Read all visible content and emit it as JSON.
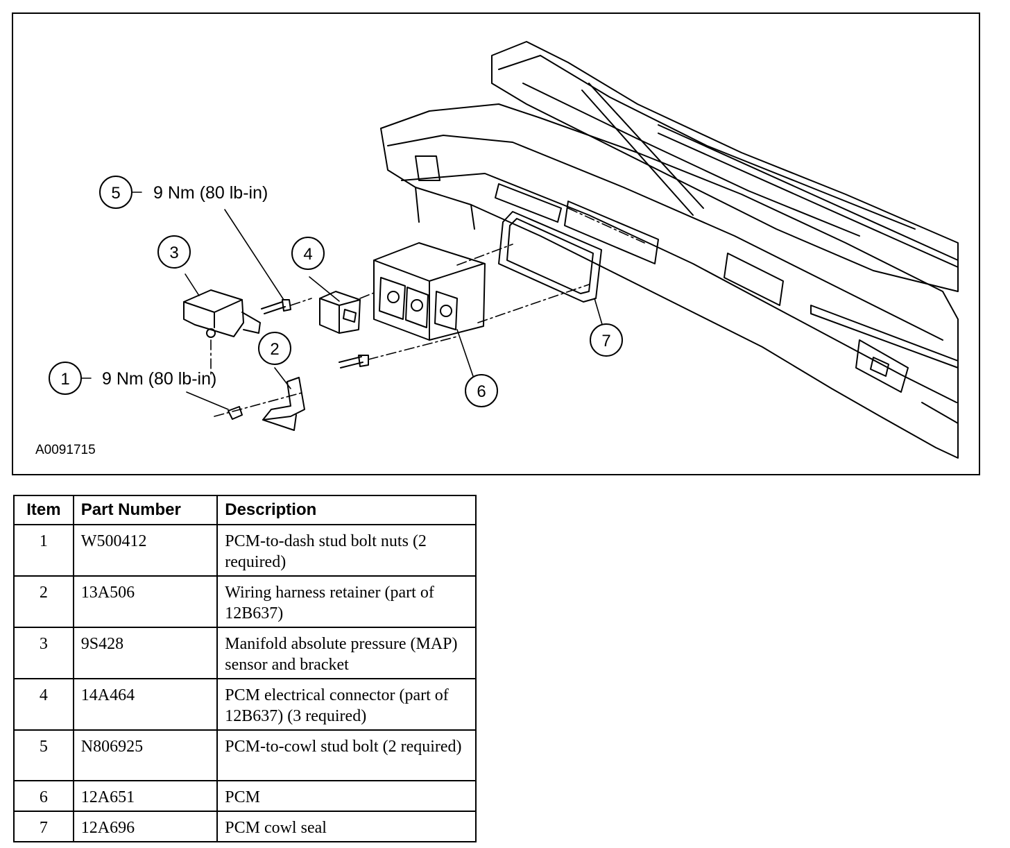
{
  "figure": {
    "id_label": "A0091715",
    "callouts": [
      {
        "number": "5",
        "torque": "9 Nm (80 lb-in)"
      },
      {
        "number": "1",
        "torque": "9 Nm (80 lb-in)"
      }
    ],
    "markers": [
      "1",
      "2",
      "3",
      "4",
      "5",
      "6",
      "7"
    ]
  },
  "table": {
    "headers": [
      "Item",
      "Part Number",
      "Description"
    ],
    "rows": [
      {
        "item": "1",
        "part_number": "W500412",
        "description": "PCM-to-dash stud bolt nuts (2 required)"
      },
      {
        "item": "2",
        "part_number": "13A506",
        "description": "Wiring harness retainer (part of 12B637)"
      },
      {
        "item": "3",
        "part_number": "9S428",
        "description": "Manifold absolute pressure (MAP) sensor and bracket"
      },
      {
        "item": "4",
        "part_number": "14A464",
        "description": "PCM electrical connector (part of 12B637) (3 required)"
      },
      {
        "item": "5",
        "part_number": "N806925",
        "description": "PCM-to-cowl stud bolt (2 required)"
      },
      {
        "item": "6",
        "part_number": "12A651",
        "description": "PCM"
      },
      {
        "item": "7",
        "part_number": "12A696",
        "description": "PCM cowl seal"
      }
    ]
  }
}
